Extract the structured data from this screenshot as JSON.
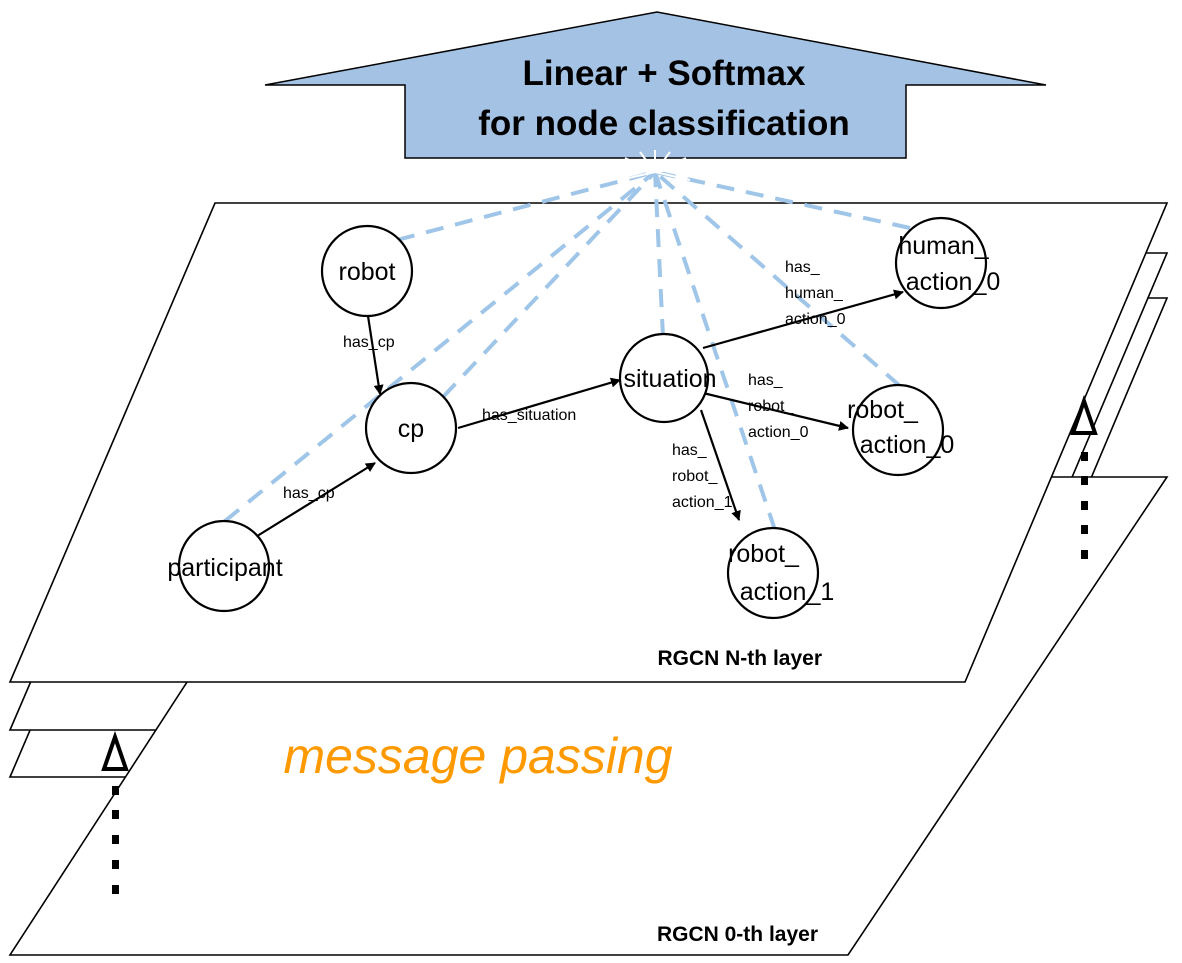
{
  "banner": {
    "line1": "Linear + Softmax",
    "line2": "for node classification",
    "fill_color": "#a4c2e4"
  },
  "layers": {
    "top_label": "RGCN N-th layer",
    "bottom_label": "RGCN 0-th layer"
  },
  "message_passing": {
    "label": "message passing",
    "color": "#ff9900"
  },
  "readout_line_color": "#9fc5e8",
  "nodes": {
    "robot": {
      "lines": [
        "robot"
      ]
    },
    "cp": {
      "lines": [
        "cp"
      ]
    },
    "participant": {
      "lines": [
        "participant"
      ]
    },
    "situation": {
      "lines": [
        "situation"
      ]
    },
    "human_action_0": {
      "lines": [
        "human_",
        "action_0"
      ]
    },
    "robot_action_0": {
      "lines": [
        "robot_",
        "action_0"
      ]
    },
    "robot_action_1": {
      "lines": [
        "robot_",
        "action_1"
      ]
    }
  },
  "edges": {
    "robot_cp": {
      "lines": [
        "has_cp"
      ]
    },
    "participant_cp": {
      "lines": [
        "has_cp"
      ]
    },
    "cp_situation": {
      "lines": [
        "has_situation"
      ]
    },
    "situation_human_action_0": {
      "lines": [
        "has_",
        "human_",
        "action_0"
      ]
    },
    "situation_robot_action_0": {
      "lines": [
        "has_",
        "robot_",
        "action_0"
      ]
    },
    "situation_robot_action_1": {
      "lines": [
        "has_",
        "robot_",
        "action_1"
      ]
    }
  },
  "icons": {
    "banner": "up-arrow-banner",
    "stack_indicator": "up-arrow-icon"
  }
}
